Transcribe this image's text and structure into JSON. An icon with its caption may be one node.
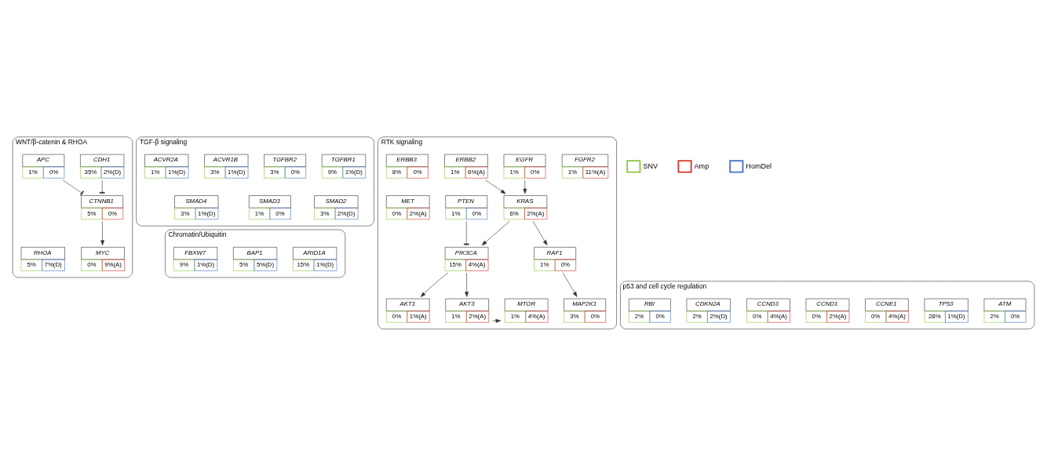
{
  "diagram": {
    "nodes": [
      {
        "text": [
          "WNT/β-catenin & RHOA"
        ]
      },
      {
        "text": [
          "CDH1",
          "35%",
          "2%(D)"
        ],
        "in": 0
      },
      {
        "text": [
          "APC",
          "1%",
          "0%"
        ],
        "in": 0
      },
      {
        "text": [
          "CTNNB1",
          "5%",
          "0%"
        ],
        "in": 0
      },
      {
        "text": [
          "MYC",
          "0%",
          "9%(A)"
        ],
        "in": 0
      },
      {
        "text": [
          "RHOA",
          "5%",
          "7%(D)"
        ],
        "in": 0
      },
      {
        "text": [
          "TGF-β signaling"
        ]
      },
      {
        "text": [
          "TGFBR1",
          "9%",
          "1%(D)"
        ],
        "in": 6
      },
      {
        "text": [
          "TGFBR2",
          "3%",
          "0%"
        ],
        "in": 6
      },
      {
        "text": [
          "ACVR1B",
          "3%",
          "1%(D)"
        ],
        "in": 6
      },
      {
        "text": [
          "ACVR2A",
          "1%",
          "1%(D)"
        ],
        "in": 6
      },
      {
        "text": [
          "SMAD2",
          "3%",
          "2%(D)"
        ],
        "in": 6
      },
      {
        "text": [
          "SMAD3",
          "1%",
          "0%"
        ],
        "in": 6
      },
      {
        "text": [
          "SMAD4",
          "3%",
          "1%(D)"
        ],
        "in": 6
      },
      {
        "text": [
          "Chromatin/Ubiquitin"
        ]
      },
      {
        "text": [
          "ARID1A",
          "15%",
          "1%(D)"
        ],
        "in": 14
      },
      {
        "text": [
          "BAP1",
          "5%",
          "5%(D)"
        ],
        "in": 14
      },
      {
        "text": [
          "FBXW7",
          "9%",
          "1%(D)"
        ],
        "in": 14
      },
      {
        "text": [
          "RTK signaling"
        ]
      },
      {
        "text": [
          "FGFR2",
          "1%",
          "11%(A)"
        ],
        "in": 18
      },
      {
        "text": [
          "EGFR",
          "1%",
          "0%"
        ],
        "in": 18
      },
      {
        "text": [
          "ERBB2",
          "1%",
          "6%(A)"
        ],
        "in": 18
      },
      {
        "text": [
          "ERBB3",
          "8%",
          "0%"
        ],
        "in": 18
      },
      {
        "text": [
          "PTEN",
          "1%",
          "0%"
        ],
        "in": 18
      },
      {
        "text": [
          "KRAS",
          "6%",
          "2%(A)"
        ],
        "in": 18
      },
      {
        "text": [
          "MET",
          "0%",
          "2%(A)"
        ],
        "in": 18
      },
      {
        "text": [
          "RAF1",
          "1%",
          "0%"
        ],
        "in": 18
      },
      {
        "text": [
          "PIK3CA",
          "15%",
          "4%(A)"
        ],
        "in": 18
      },
      {
        "text": [
          "MAP2K1",
          "3%",
          "0%"
        ],
        "in": 18
      },
      {
        "text": [
          "AKT1",
          "0%",
          "1%(A)"
        ],
        "in": 18
      },
      {
        "text": [
          "AKT3",
          "1%",
          "2%(A)"
        ],
        "in": 18
      },
      {
        "text": [
          "MTOR",
          "1%",
          "4%(A)"
        ],
        "in": 18
      },
      {
        "text": [
          "p53 and cell cycle regulation"
        ]
      },
      {
        "text": [
          "ATM",
          "2%",
          "0%"
        ],
        "in": 32
      },
      {
        "text": [
          "TP53",
          "28%",
          "1%(D)"
        ],
        "in": 32
      },
      {
        "text": [
          "CCNE1",
          "0%",
          "4%(A)"
        ],
        "in": 32
      },
      {
        "text": [
          "CCND1",
          "0%",
          "2%(A)"
        ],
        "in": 32
      },
      {
        "text": [
          "CCND3",
          "0%",
          "4%(A)"
        ],
        "in": 32
      },
      {
        "text": [
          "CDKN2A",
          "2%",
          "2%(D)"
        ],
        "in": 32
      },
      {
        "text": [
          "RBI",
          "2%",
          "0%"
        ],
        "in": 32
      }
    ],
    "edges": [
      {
        "from": 2,
        "to": 3,
        "arrow": "other"
      },
      {
        "from": 1,
        "to": 3,
        "arrow": "other"
      },
      {
        "from": 3,
        "to": 4,
        "arrow": "to"
      },
      {
        "from": 20,
        "to": 24,
        "arrow": "to"
      },
      {
        "from": 21,
        "to": 24,
        "arrow": "to"
      },
      {
        "from": 24,
        "to": 27,
        "arrow": "to"
      },
      {
        "from": 24,
        "to": 26,
        "arrow": "to"
      },
      {
        "from": 23,
        "to": 27,
        "arrow": "other"
      },
      {
        "from": 26,
        "to": 28,
        "arrow": "to"
      },
      {
        "from": 27,
        "to": 29,
        "arrow": "to"
      },
      {
        "from": 27,
        "to": 30,
        "arrow": "to"
      },
      {
        "from": 30,
        "to": 31,
        "arrow": "to"
      }
    ],
    "legend": [
      {
        "text": "SNV",
        "color": "#8dc63f"
      },
      {
        "text": "Amp",
        "color": "#d9342b"
      },
      {
        "text": "HomDel",
        "color": "#4472c4"
      }
    ]
  }
}
